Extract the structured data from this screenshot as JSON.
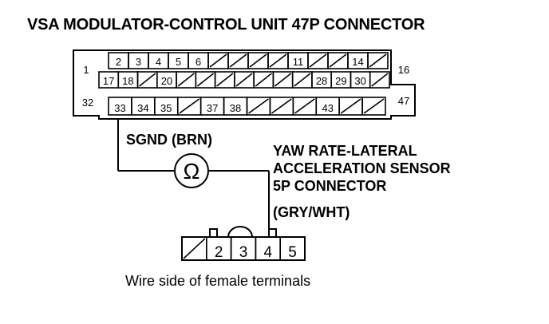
{
  "title": "VSA MODULATOR-CONTROL UNIT 47P CONNECTOR",
  "ecu_connector": {
    "end_left_top": "1",
    "end_left_bottom": "32",
    "end_right_top": "16",
    "end_right_bottom": "47",
    "row1": [
      "2",
      "3",
      "4",
      "5",
      "6",
      "",
      "",
      "",
      "",
      "11",
      "",
      "",
      "14",
      ""
    ],
    "row2": [
      "17",
      "18",
      "",
      "20",
      "",
      "",
      "",
      "",
      "",
      "",
      "",
      "28",
      "29",
      "30",
      ""
    ],
    "row3": [
      "33",
      "34",
      "35",
      "",
      "37",
      "38",
      "",
      "",
      "",
      "43",
      "",
      ""
    ]
  },
  "wire_label": "SGND (BRN)",
  "meter_symbol": "Ω",
  "sensor": {
    "name_line1": "YAW RATE-LATERAL",
    "name_line2": "ACCELERATION SENSOR",
    "name_line3": "5P CONNECTOR",
    "wire_color": "(GRY/WHT)",
    "pins": [
      "",
      "2",
      "3",
      "4",
      "5"
    ]
  },
  "caption": "Wire side of female terminals"
}
